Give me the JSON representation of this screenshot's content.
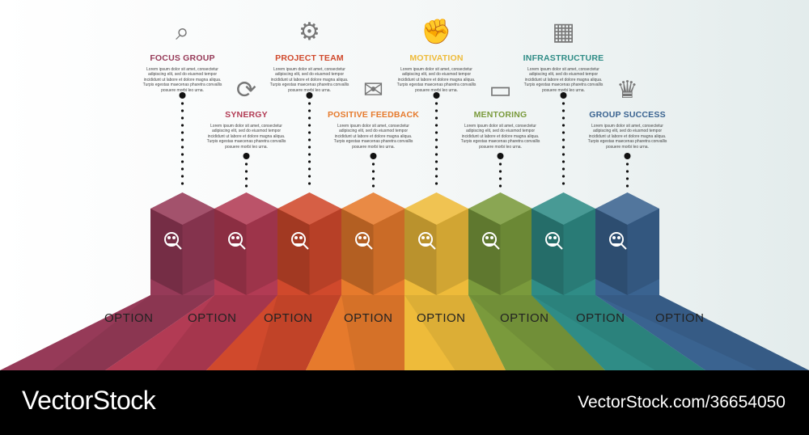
{
  "items": [
    {
      "title": "FOCUS GROUP",
      "color": "#963a58",
      "icon": "focus-group-icon",
      "option": "OPTION"
    },
    {
      "title": "SYNERGY",
      "color": "#b23b54",
      "icon": "synergy-icon",
      "option": "OPTION"
    },
    {
      "title": "PROJECT TEAM",
      "color": "#d0492c",
      "icon": "project-team-icon",
      "option": "OPTION"
    },
    {
      "title": "POSITIVE FEEDBACK",
      "color": "#e67a2c",
      "icon": "positive-feedback-icon",
      "option": "OPTION"
    },
    {
      "title": "MOTIVATION",
      "color": "#eebb3a",
      "icon": "motivation-icon",
      "option": "OPTION"
    },
    {
      "title": "MENTORING",
      "color": "#7a9a3c",
      "icon": "mentoring-icon",
      "option": "OPTION"
    },
    {
      "title": "INFRASTRUCTURE",
      "color": "#2f8c86",
      "icon": "infrastructure-icon",
      "option": "OPTION"
    },
    {
      "title": "GROUP SUCCESS",
      "color": "#3a6390",
      "icon": "group-success-icon",
      "option": "OPTION"
    }
  ],
  "description": "Lorem ipsum dolor sit amet, consectetur adipiscing elit, sed do eiusmod tempor incididunt ut labore et dolore magna aliqua. Turpis egestas maecenas pharetra convallis posuere morbi leo urna.",
  "footer": {
    "brand": "VectorStock",
    "image_id": "VectorStock.com/36654050"
  }
}
